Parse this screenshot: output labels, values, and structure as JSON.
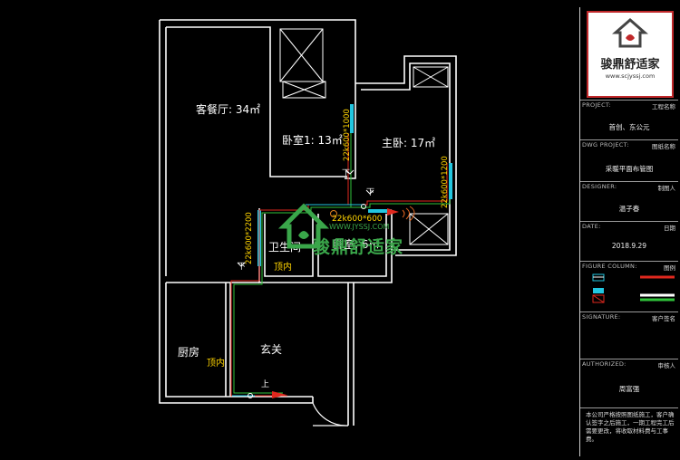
{
  "rooms": {
    "living_dining": "客餐厅: 34㎡",
    "bedroom1": "卧室1: 13㎡",
    "master_bedroom": "主卧: 17㎡",
    "bathroom": "卫生间",
    "bedroom2": "卧室: 6㎡",
    "kitchen": "厨房",
    "entrance": "玄关"
  },
  "annotations": {
    "radiator_bedroom1": "22k600*1000",
    "radiator_master": "22k600*1200",
    "radiator_bathroom": "22k600*2200",
    "radiator_bedroom2": "22k600*600",
    "pipe_top_in_1": "顶内",
    "pipe_top_in_2": "顶内",
    "down_1": "下",
    "down_2": "下",
    "down_3": "下",
    "up_1": "上"
  },
  "watermark": {
    "site": "WWW.JYSSJ.COM",
    "name": "骏鼎舒适家"
  },
  "title_block": {
    "logo_text": "骏鼎舒适家",
    "logo_url": "www.scjyssj.com",
    "project_caption": "PROJECT:",
    "project_label": "工程名称",
    "project_value": "首创、东公元",
    "dwg_caption": "DWG PROJECT:",
    "dwg_label": "图纸名称",
    "dwg_value": "采暖平面布管图",
    "designer_caption": "DESIGNER:",
    "designer_label": "制图人",
    "designer_value": "温子春",
    "date_caption": "DATE:",
    "date_label": "日期",
    "date_value": "2018.9.29",
    "figure_caption": "FIGURE COLUMN:",
    "figure_label": "图例",
    "signature_caption": "SIGNATURE:",
    "signature_label": "客户签名",
    "authorized_caption": "AUTHORIZED:",
    "authorized_label": "审核人",
    "authorized_value": "周富强",
    "notice": "本公司严格按照图纸施工，客户确认签字之后施工，一期工程完工后需要更改，将收取材料费与工事费。"
  },
  "colors": {
    "wall": "#ffffff",
    "cyan": "#22c6e0",
    "supply_pipe": "#e0281e",
    "return_pipe": "#2fc23a",
    "label_yellow": "#ffd400",
    "logo_red": "#c0282a"
  }
}
